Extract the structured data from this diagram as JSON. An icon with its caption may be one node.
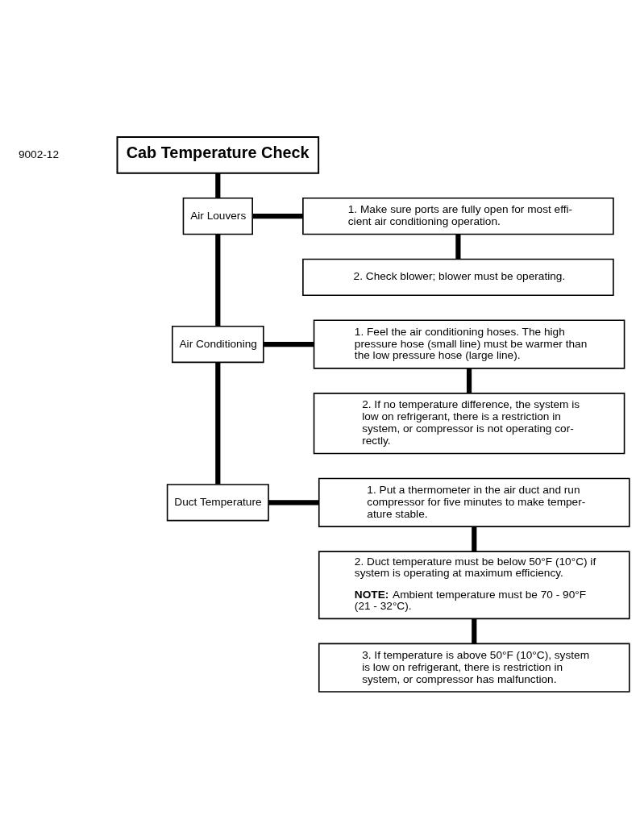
{
  "diagram": {
    "nodes": [
      {
        "text": [
          "Cab Temperature Check"
        ]
      },
      {
        "text": [
          "Air Louvers"
        ]
      },
      {
        "text": [
          "1. Make sure ports are fully open for most effi- cient air conditioning operation."
        ]
      },
      {
        "text": [
          "2. Check blower; blower must be operating."
        ]
      },
      {
        "text": [
          "Air Conditioning"
        ]
      },
      {
        "text": [
          "1. Feel the air conditioning hoses. The high pressure hose (small line) must be warmer than the low pressure hose (large line)."
        ]
      },
      {
        "text": [
          "2. If no temperature difference, the system is low on refrigerant, there is a restriction in system, or compressor is not operating cor- rectly."
        ]
      },
      {
        "text": [
          "Duct Temperature"
        ]
      },
      {
        "text": [
          "1. Put a thermometer in the air duct and run compressor for five minutes to make temper- ature stable."
        ]
      },
      {
        "text": [
          "2. Duct temperature must be below 50°F (10°C) if system is operating at maximum efficiency.",
          "**NOTE:** Ambient temperature must be 70 - 90°F (21 - 32°C)."
        ]
      },
      {
        "text": [
          "3. If temperature is above 50°F (10°C), system is low on refrigerant, there is restriction in system, or compressor has malfunction."
        ]
      }
    ],
    "edges": [
      {
        "from": 0,
        "to": 1,
        "arrow": "none"
      },
      {
        "from": 1,
        "to": 2,
        "arrow": "none"
      },
      {
        "from": 2,
        "to": 3,
        "arrow": "none"
      },
      {
        "from": 1,
        "to": 4,
        "arrow": "none"
      },
      {
        "from": 4,
        "to": 5,
        "arrow": "none"
      },
      {
        "from": 5,
        "to": 6,
        "arrow": "none"
      },
      {
        "from": 4,
        "to": 7,
        "arrow": "none"
      },
      {
        "from": 7,
        "to": 8,
        "arrow": "none"
      },
      {
        "from": 8,
        "to": 9,
        "arrow": "none"
      },
      {
        "from": 9,
        "to": 10,
        "arrow": "none"
      }
    ],
    "labels": [
      "9002-12"
    ]
  }
}
